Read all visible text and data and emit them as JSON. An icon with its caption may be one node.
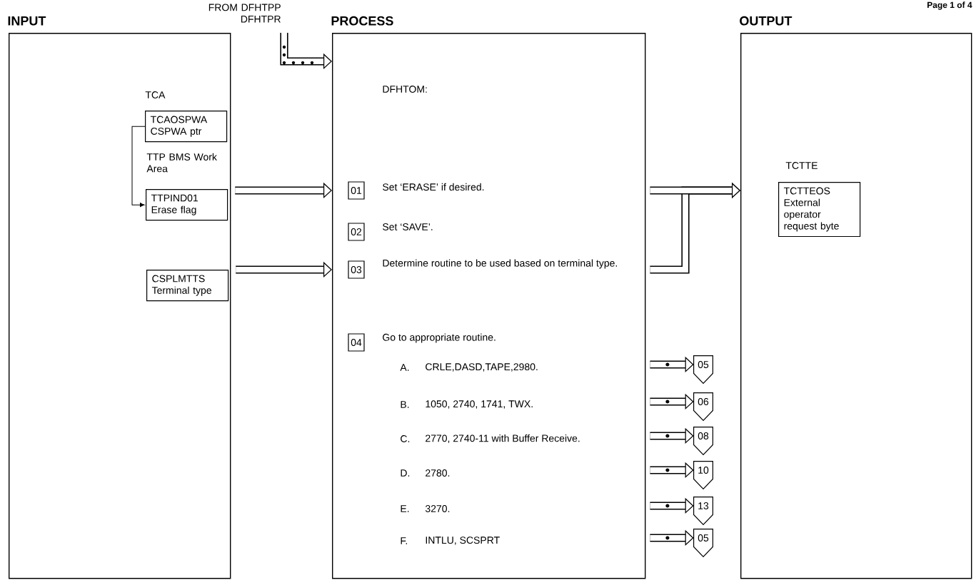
{
  "diagram": {
    "nodes": [
      {
        "text": [
          "INPUT"
        ]
      },
      {
        "text": [
          "TCAOSPWA CSPWA ptr"
        ],
        "beside": [
          "TCA"
        ],
        "in": 0
      },
      {
        "text": [
          "TTPIND01 Erase flag"
        ],
        "beside": [
          "TTP BMS Work Area"
        ],
        "in": 0
      },
      {
        "text": [
          "CSPLMTTS Terminal type"
        ],
        "in": 0
      },
      {
        "text": [
          "PROCESS"
        ]
      },
      {
        "text": [
          "01"
        ],
        "beside": [
          "Set ‘ERASE’ if desired."
        ],
        "in": 4
      },
      {
        "text": [
          "02"
        ],
        "beside": [
          "Set ‘SAVE’."
        ],
        "in": 4
      },
      {
        "text": [
          "03"
        ],
        "beside": [
          "Determine routine to be used based on terminal type."
        ],
        "in": 4
      },
      {
        "text": [
          "04"
        ],
        "beside": [
          "Go to appropriate routine."
        ],
        "in": 4
      },
      {
        "text": [
          "OUTPUT"
        ]
      },
      {
        "text": [
          "TCTTEOS External operator request byte"
        ],
        "beside": [
          "TCTTE"
        ],
        "in": 9
      },
      {
        "text": [
          "05"
        ]
      },
      {
        "text": [
          "06"
        ]
      },
      {
        "text": [
          "08"
        ]
      },
      {
        "text": [
          "10"
        ]
      },
      {
        "text": [
          "13"
        ]
      },
      {
        "text": [
          "05"
        ]
      }
    ],
    "edges": [
      {
        "from": null,
        "to": 4,
        "arrow": "to",
        "label": "FROM DFHTPP DFHTPR"
      },
      {
        "from": 1,
        "to": 2,
        "arrow": "to"
      },
      {
        "from": 2,
        "to": 4,
        "arrow": "to"
      },
      {
        "from": 3,
        "to": 4,
        "arrow": "to"
      },
      {
        "from": 4,
        "to": 9,
        "arrow": "to"
      },
      {
        "from": 4,
        "to": 9,
        "arrow": "to"
      },
      {
        "from": 4,
        "to": 11,
        "arrow": "to"
      },
      {
        "from": 4,
        "to": 12,
        "arrow": "to"
      },
      {
        "from": 4,
        "to": 13,
        "arrow": "to"
      },
      {
        "from": 4,
        "to": 14,
        "arrow": "to"
      },
      {
        "from": 4,
        "to": 15,
        "arrow": "to"
      },
      {
        "from": 4,
        "to": 16,
        "arrow": "to"
      }
    ],
    "labels": [
      "Page 1 of 4",
      "DFHTOM:",
      "A.",
      "CRLE,DASD,TAPE,2980.",
      "B.",
      "1050, 2740, 1741, TWX.",
      "C.",
      "2770, 2740-11 with Buffer Receive.",
      "D.",
      "2780.",
      "E.",
      "3270.",
      "F.",
      "INTLU, SCSPRT"
    ]
  }
}
